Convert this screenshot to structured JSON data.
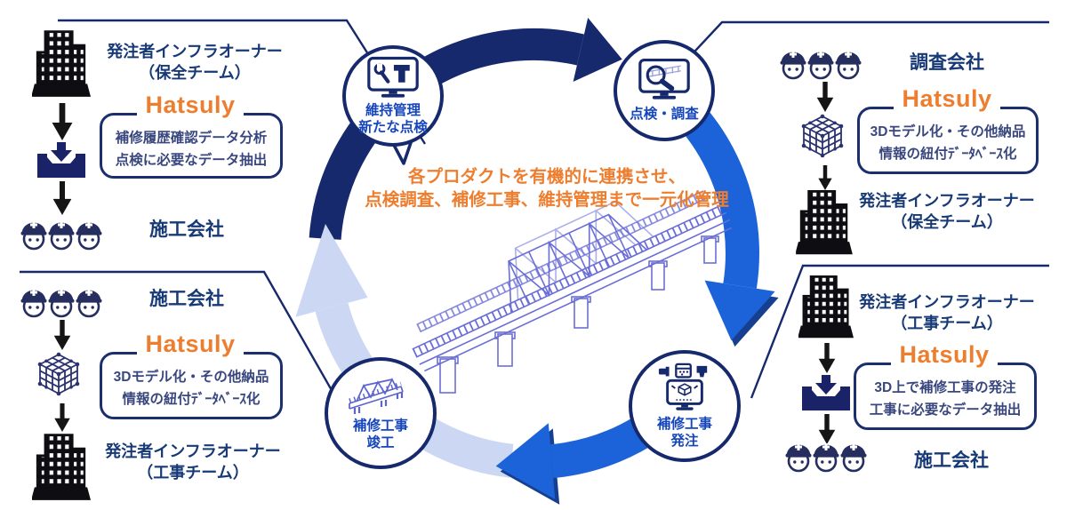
{
  "colors": {
    "navy": "#16296d",
    "bright_blue": "#1c63da",
    "pale_blue": "#ccd8f3",
    "arrow_shadow_blue": "#16408f",
    "node_text_blue": "#1646bb",
    "panel_text_navy": "#173a77",
    "orange": "#ee7e2f",
    "box_text_navy": "#39477e",
    "icon_navy": "#262e5f",
    "bridge_line_purple": "#6a6ed6",
    "black": "#0d0d12"
  },
  "center": {
    "tagline_line1": "各プロダクトを有機的に連携させ、",
    "tagline_line2": "点検調査、補修工事、維持管理まで一元化管理"
  },
  "cycle": {
    "nodes": [
      {
        "id": "maintenance",
        "icon": "monitor-wrench-icon",
        "label_line1": "維持管理",
        "label_line2": "新たな点検"
      },
      {
        "id": "inspection",
        "icon": "monitor-magnifier-icon",
        "label_line1": "点検・調査",
        "label_line2": ""
      },
      {
        "id": "repair-order",
        "icon": "monitor-order-icon",
        "label_line1": "補修工事",
        "label_line2": "発注"
      },
      {
        "id": "repair-completion",
        "icon": "bridge-mini-icon",
        "label_line1": "補修工事",
        "label_line2": "竣工"
      }
    ]
  },
  "panels": {
    "top_left": {
      "entity_top_line1": "発注者インフラオーナー",
      "entity_top_line2": "（保全チーム）",
      "brand": "Hatsuly",
      "box_line1": "補修履歴確認データ分析",
      "box_line2": "点検に必要なデータ抽出",
      "entity_bottom": "施工会社",
      "icons": [
        "building-icon",
        "down-arrow-icon",
        "inbox-icon",
        "down-arrow-icon",
        "workers-icon"
      ]
    },
    "top_right": {
      "entity_top": "調査会社",
      "brand": "Hatsuly",
      "box_line1": "3Dモデル化・その他納品",
      "box_line2": "情報の紐付ﾃﾞｰﾀﾍﾞｰｽ化",
      "entity_bottom_line1": "発注者インフラオーナー",
      "entity_bottom_line2": "（保全チーム）",
      "icons": [
        "workers-icon",
        "down-arrow-icon",
        "cube-icon",
        "down-arrow-icon",
        "building-icon"
      ]
    },
    "bottom_left": {
      "entity_top": "施工会社",
      "brand": "Hatsuly",
      "box_line1": "3Dモデル化・その他納品",
      "box_line2": "情報の紐付ﾃﾞｰﾀﾍﾞｰｽ化",
      "entity_bottom_line1": "発注者インフラオーナー",
      "entity_bottom_line2": "（工事チーム）",
      "icons": [
        "workers-icon",
        "down-arrow-icon",
        "cube-icon",
        "down-arrow-icon",
        "building-icon"
      ]
    },
    "bottom_right": {
      "entity_top_line1": "発注者インフラオーナー",
      "entity_top_line2": "（工事チーム）",
      "brand": "Hatsuly",
      "box_line1": "3D上で補修工事の発注",
      "box_line2": "工事に必要なデータ抽出",
      "entity_bottom": "施工会社",
      "icons": [
        "building-icon",
        "down-arrow-icon",
        "inbox-icon",
        "down-arrow-icon",
        "workers-icon"
      ]
    }
  }
}
